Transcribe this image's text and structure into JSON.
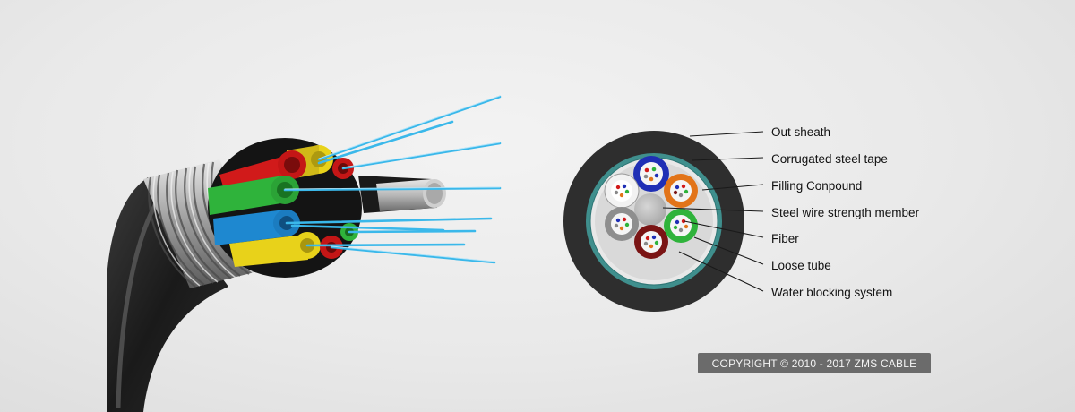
{
  "diagram": {
    "labels": [
      "Out sheath",
      "Corrugated steel tape",
      "Filling Conpound",
      "Steel wire strength member",
      "Fiber",
      "Loose tube",
      "Water blocking system"
    ]
  },
  "colors": {
    "sheath": "#2e2e2e",
    "steel_tape": "#3f8f8d",
    "tube_blue": "#1f2fb5",
    "tube_orange": "#e27419",
    "tube_green": "#2fb33b",
    "tube_brown": "#7a1414",
    "tube_gray": "#8e8e8e",
    "tube_white": "#f2f2f2",
    "tube_yellow": "#e8d21a",
    "tube_red": "#d11a1a",
    "fiber": "#3ab8ea"
  },
  "footer": {
    "copyright": "COPYRIGHT © 2010 - 2017 ZMS CABLE"
  }
}
